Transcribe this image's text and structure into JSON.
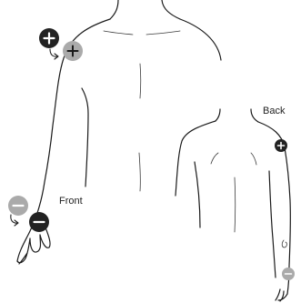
{
  "labels": {
    "front": "Front",
    "back": "Back"
  },
  "colors": {
    "outline": "#1a1a1a",
    "marker_dark": "#222222",
    "marker_light": "#aaaaaa",
    "glyph": "#ffffff"
  },
  "markers": [
    {
      "name": "front-shoulder-plus-dark",
      "symbol": "plus",
      "tone": "dark"
    },
    {
      "name": "front-shoulder-plus-light",
      "symbol": "plus",
      "tone": "light"
    },
    {
      "name": "front-hand-minus-light",
      "symbol": "minus",
      "tone": "light"
    },
    {
      "name": "front-hand-minus-dark",
      "symbol": "minus",
      "tone": "dark"
    },
    {
      "name": "back-shoulder-plus-dark",
      "symbol": "plus",
      "tone": "dark"
    },
    {
      "name": "back-hand-minus-light",
      "symbol": "minus",
      "tone": "light"
    }
  ]
}
